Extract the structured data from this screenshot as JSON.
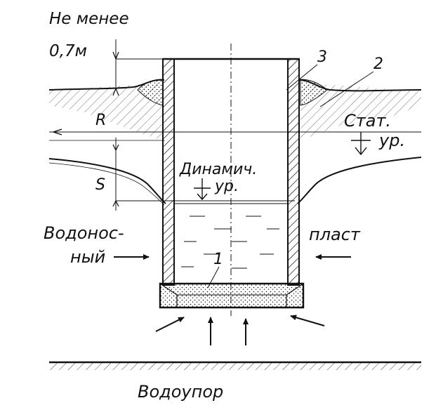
{
  "labels": {
    "min_height_1": "Не менее",
    "min_height_2": "0,7м",
    "marker_3": "3",
    "marker_2": "2",
    "marker_1": "1",
    "r": "R",
    "s": "S",
    "static_1": "Стат.",
    "static_2": "ур.",
    "dynamic_1": "Динамич.",
    "dynamic_2": "ур.",
    "aquifer_1": "Водонос-",
    "aquifer_2": "ный",
    "aquifer_3": "пласт",
    "aquiclude": "Водоупор"
  },
  "colors": {
    "ink": "#111111",
    "paper": "#ffffff"
  }
}
